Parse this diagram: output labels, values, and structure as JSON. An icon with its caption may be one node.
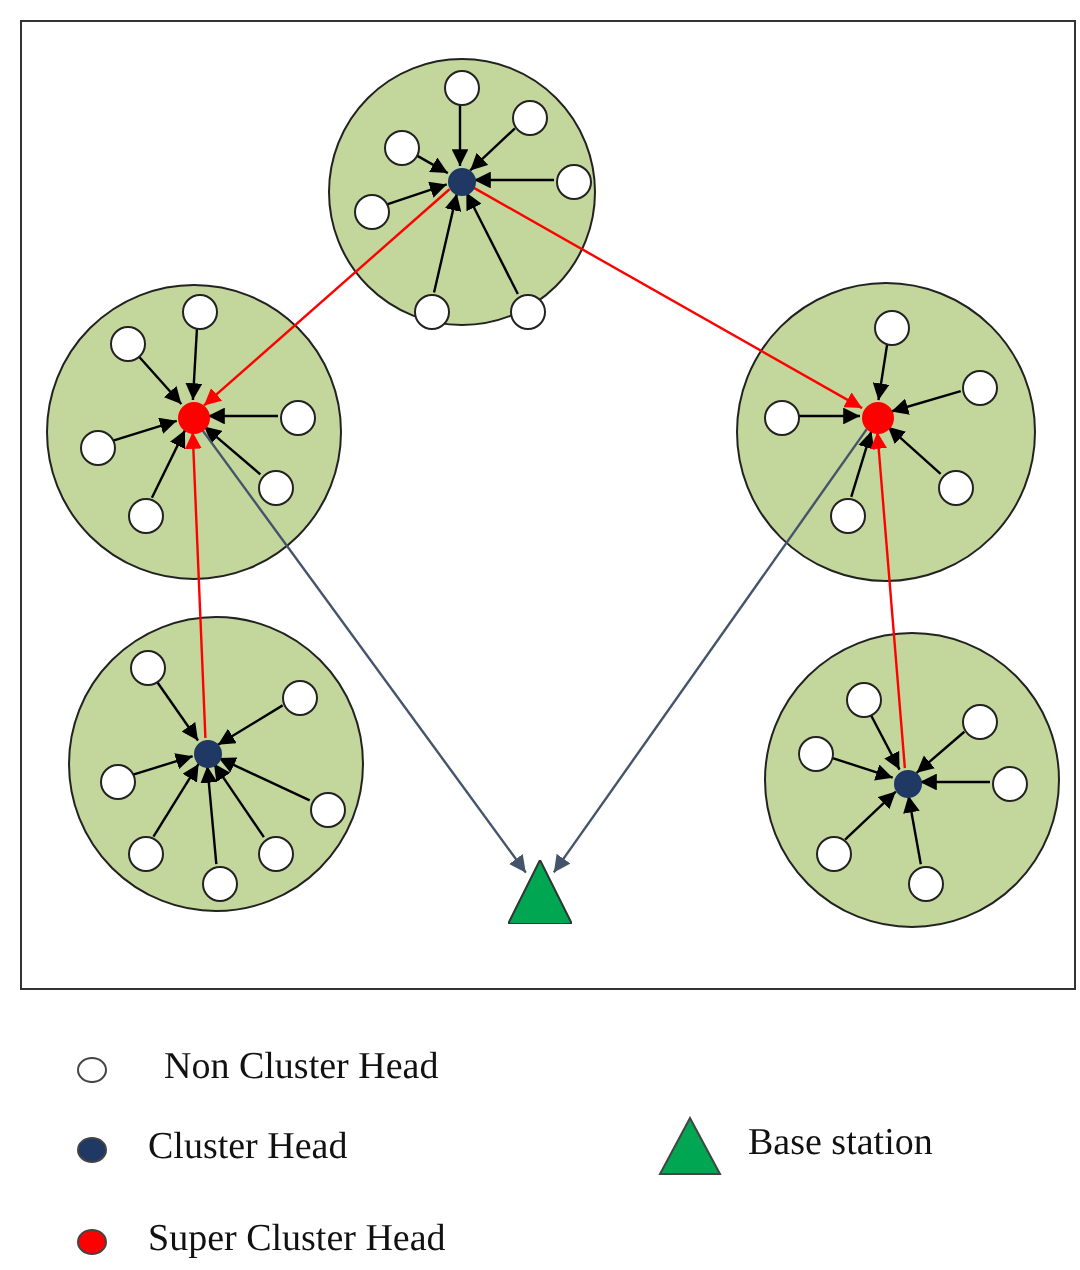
{
  "diagram": {
    "nodes": [
      {
        "text": [],
        "shape": "circle"
      },
      {
        "text": [],
        "shape": "circle",
        "in": 0
      },
      {
        "text": [],
        "shape": "circle",
        "in": 0
      },
      {
        "text": [],
        "shape": "circle",
        "in": 0
      },
      {
        "text": [],
        "shape": "circle",
        "in": 0
      },
      {
        "text": [],
        "shape": "circle",
        "in": 0
      },
      {
        "text": [],
        "shape": "circle",
        "in": 0
      },
      {
        "text": [],
        "shape": "circle",
        "in": 0
      },
      {
        "text": [],
        "shape": "circle",
        "in": 0
      },
      {
        "text": [],
        "shape": "circle"
      },
      {
        "text": [],
        "shape": "circle",
        "in": 9
      },
      {
        "text": [],
        "shape": "circle",
        "in": 9
      },
      {
        "text": [],
        "shape": "circle",
        "in": 9
      },
      {
        "text": [],
        "shape": "circle",
        "in": 9
      },
      {
        "text": [],
        "shape": "circle",
        "in": 9
      },
      {
        "text": [],
        "shape": "circle",
        "in": 9
      },
      {
        "text": [],
        "shape": "circle",
        "in": 9
      },
      {
        "text": [],
        "shape": "circle"
      },
      {
        "text": [],
        "shape": "circle",
        "in": 17
      },
      {
        "text": [],
        "shape": "circle",
        "in": 17
      },
      {
        "text": [],
        "shape": "circle",
        "in": 17
      },
      {
        "text": [],
        "shape": "circle",
        "in": 17
      },
      {
        "text": [],
        "shape": "circle",
        "in": 17
      },
      {
        "text": [],
        "shape": "circle",
        "in": 17
      },
      {
        "text": [],
        "shape": "circle"
      },
      {
        "text": [],
        "shape": "circle",
        "in": 24
      },
      {
        "text": [],
        "shape": "circle",
        "in": 24
      },
      {
        "text": [],
        "shape": "circle",
        "in": 24
      },
      {
        "text": [],
        "shape": "circle",
        "in": 24
      },
      {
        "text": [],
        "shape": "circle",
        "in": 24
      },
      {
        "text": [],
        "shape": "circle",
        "in": 24
      },
      {
        "text": [],
        "shape": "circle",
        "in": 24
      },
      {
        "text": [],
        "shape": "circle",
        "in": 24
      },
      {
        "text": [],
        "shape": "circle"
      },
      {
        "text": [],
        "shape": "circle",
        "in": 33
      },
      {
        "text": [],
        "shape": "circle",
        "in": 33
      },
      {
        "text": [],
        "shape": "circle",
        "in": 33
      },
      {
        "text": [],
        "shape": "circle",
        "in": 33
      },
      {
        "text": [],
        "shape": "circle",
        "in": 33
      },
      {
        "text": [],
        "shape": "circle",
        "in": 33
      },
      {
        "text": [],
        "shape": "circle",
        "in": 33
      },
      {
        "text": [],
        "shape": "triangle"
      }
    ],
    "edges": [
      {
        "from": 2,
        "to": 1,
        "arrow": "to"
      },
      {
        "from": 3,
        "to": 1,
        "arrow": "to"
      },
      {
        "from": 4,
        "to": 1,
        "arrow": "to"
      },
      {
        "from": 5,
        "to": 1,
        "arrow": "to"
      },
      {
        "from": 6,
        "to": 1,
        "arrow": "to"
      },
      {
        "from": 7,
        "to": 1,
        "arrow": "to"
      },
      {
        "from": 8,
        "to": 1,
        "arrow": "to"
      },
      {
        "from": 11,
        "to": 10,
        "arrow": "to"
      },
      {
        "from": 12,
        "to": 10,
        "arrow": "to"
      },
      {
        "from": 13,
        "to": 10,
        "arrow": "to"
      },
      {
        "from": 14,
        "to": 10,
        "arrow": "to"
      },
      {
        "from": 15,
        "to": 10,
        "arrow": "to"
      },
      {
        "from": 16,
        "to": 10,
        "arrow": "to"
      },
      {
        "from": 19,
        "to": 18,
        "arrow": "to"
      },
      {
        "from": 20,
        "to": 18,
        "arrow": "to"
      },
      {
        "from": 21,
        "to": 18,
        "arrow": "to"
      },
      {
        "from": 22,
        "to": 18,
        "arrow": "to"
      },
      {
        "from": 23,
        "to": 18,
        "arrow": "to"
      },
      {
        "from": 26,
        "to": 25,
        "arrow": "to"
      },
      {
        "from": 27,
        "to": 25,
        "arrow": "to"
      },
      {
        "from": 28,
        "to": 25,
        "arrow": "to"
      },
      {
        "from": 29,
        "to": 25,
        "arrow": "to"
      },
      {
        "from": 30,
        "to": 25,
        "arrow": "to"
      },
      {
        "from": 31,
        "to": 25,
        "arrow": "to"
      },
      {
        "from": 32,
        "to": 25,
        "arrow": "to"
      },
      {
        "from": 35,
        "to": 34,
        "arrow": "to"
      },
      {
        "from": 36,
        "to": 34,
        "arrow": "to"
      },
      {
        "from": 37,
        "to": 34,
        "arrow": "to"
      },
      {
        "from": 38,
        "to": 34,
        "arrow": "to"
      },
      {
        "from": 39,
        "to": 34,
        "arrow": "to"
      },
      {
        "from": 40,
        "to": 34,
        "arrow": "to"
      },
      {
        "from": 1,
        "to": 10,
        "arrow": "to",
        "color": "#ff0000"
      },
      {
        "from": 1,
        "to": 18,
        "arrow": "to",
        "color": "#ff0000"
      },
      {
        "from": 25,
        "to": 10,
        "arrow": "to",
        "color": "#ff0000"
      },
      {
        "from": 34,
        "to": 18,
        "arrow": "to",
        "color": "#ff0000"
      },
      {
        "from": 10,
        "to": 41,
        "arrow": "to",
        "color": "#44546a"
      },
      {
        "from": 18,
        "to": 41,
        "arrow": "to",
        "color": "#44546a"
      }
    ],
    "legend": [
      {
        "text": "Non Cluster Head",
        "color": "#ffffff"
      },
      {
        "text": "Cluster Head",
        "color": "#1f3864"
      },
      {
        "text": "Base station",
        "color": "#00a651"
      },
      {
        "text": "Super Cluster Head",
        "color": "#ff0000"
      }
    ]
  }
}
